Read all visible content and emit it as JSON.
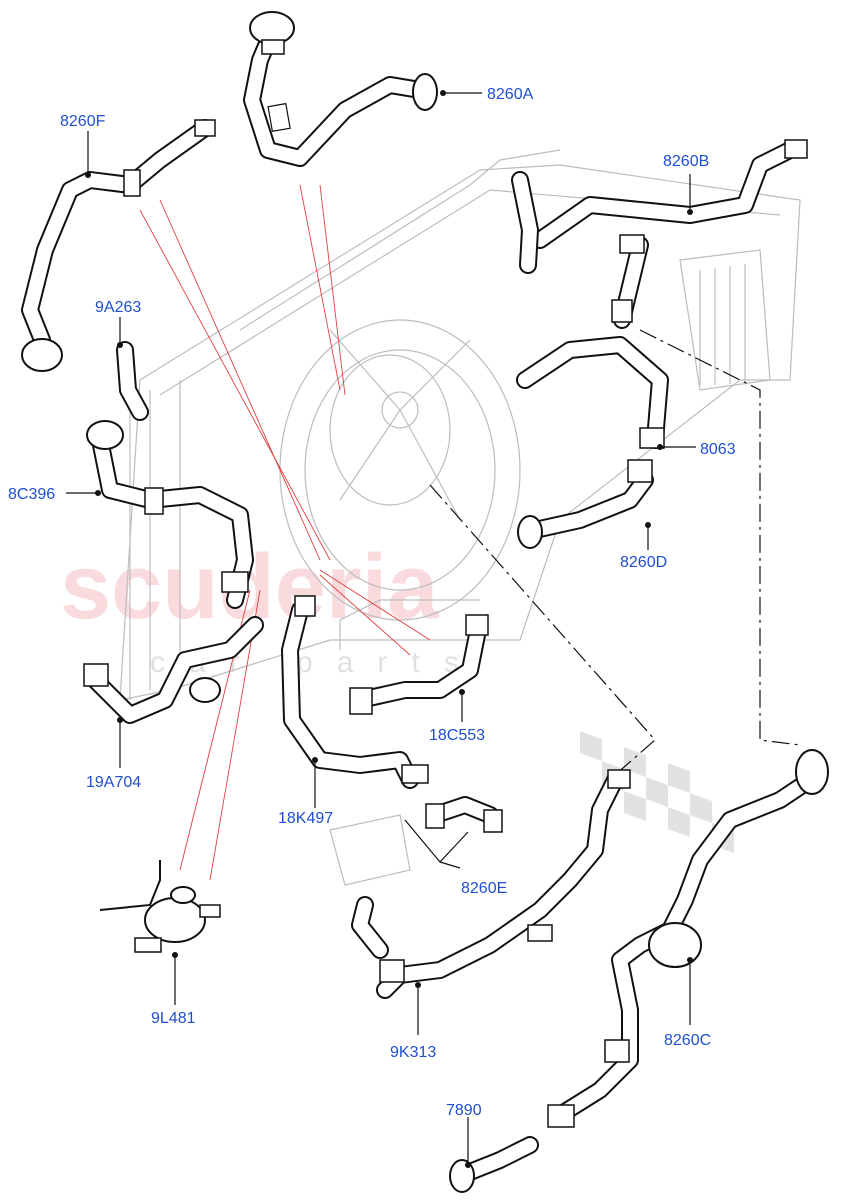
{
  "watermark": {
    "text": "scuderia",
    "subtext": "car parts",
    "color": "#f2b0b4"
  },
  "label_color": "#1f4fd0",
  "labels": [
    {
      "id": "8260F",
      "text": "8260F"
    },
    {
      "id": "8260A",
      "text": "8260A"
    },
    {
      "id": "8260B",
      "text": "8260B"
    },
    {
      "id": "9A263",
      "text": "9A263"
    },
    {
      "id": "8C396",
      "text": "8C396"
    },
    {
      "id": "8063",
      "text": "8063"
    },
    {
      "id": "8260D",
      "text": "8260D"
    },
    {
      "id": "18C553",
      "text": "18C553"
    },
    {
      "id": "19A704",
      "text": "19A704"
    },
    {
      "id": "18K497",
      "text": "18K497"
    },
    {
      "id": "8260E",
      "text": "8260E"
    },
    {
      "id": "9L481",
      "text": "9L481"
    },
    {
      "id": "9K313",
      "text": "9K313"
    },
    {
      "id": "8260C",
      "text": "8260C"
    },
    {
      "id": "7890",
      "text": "7890"
    }
  ]
}
